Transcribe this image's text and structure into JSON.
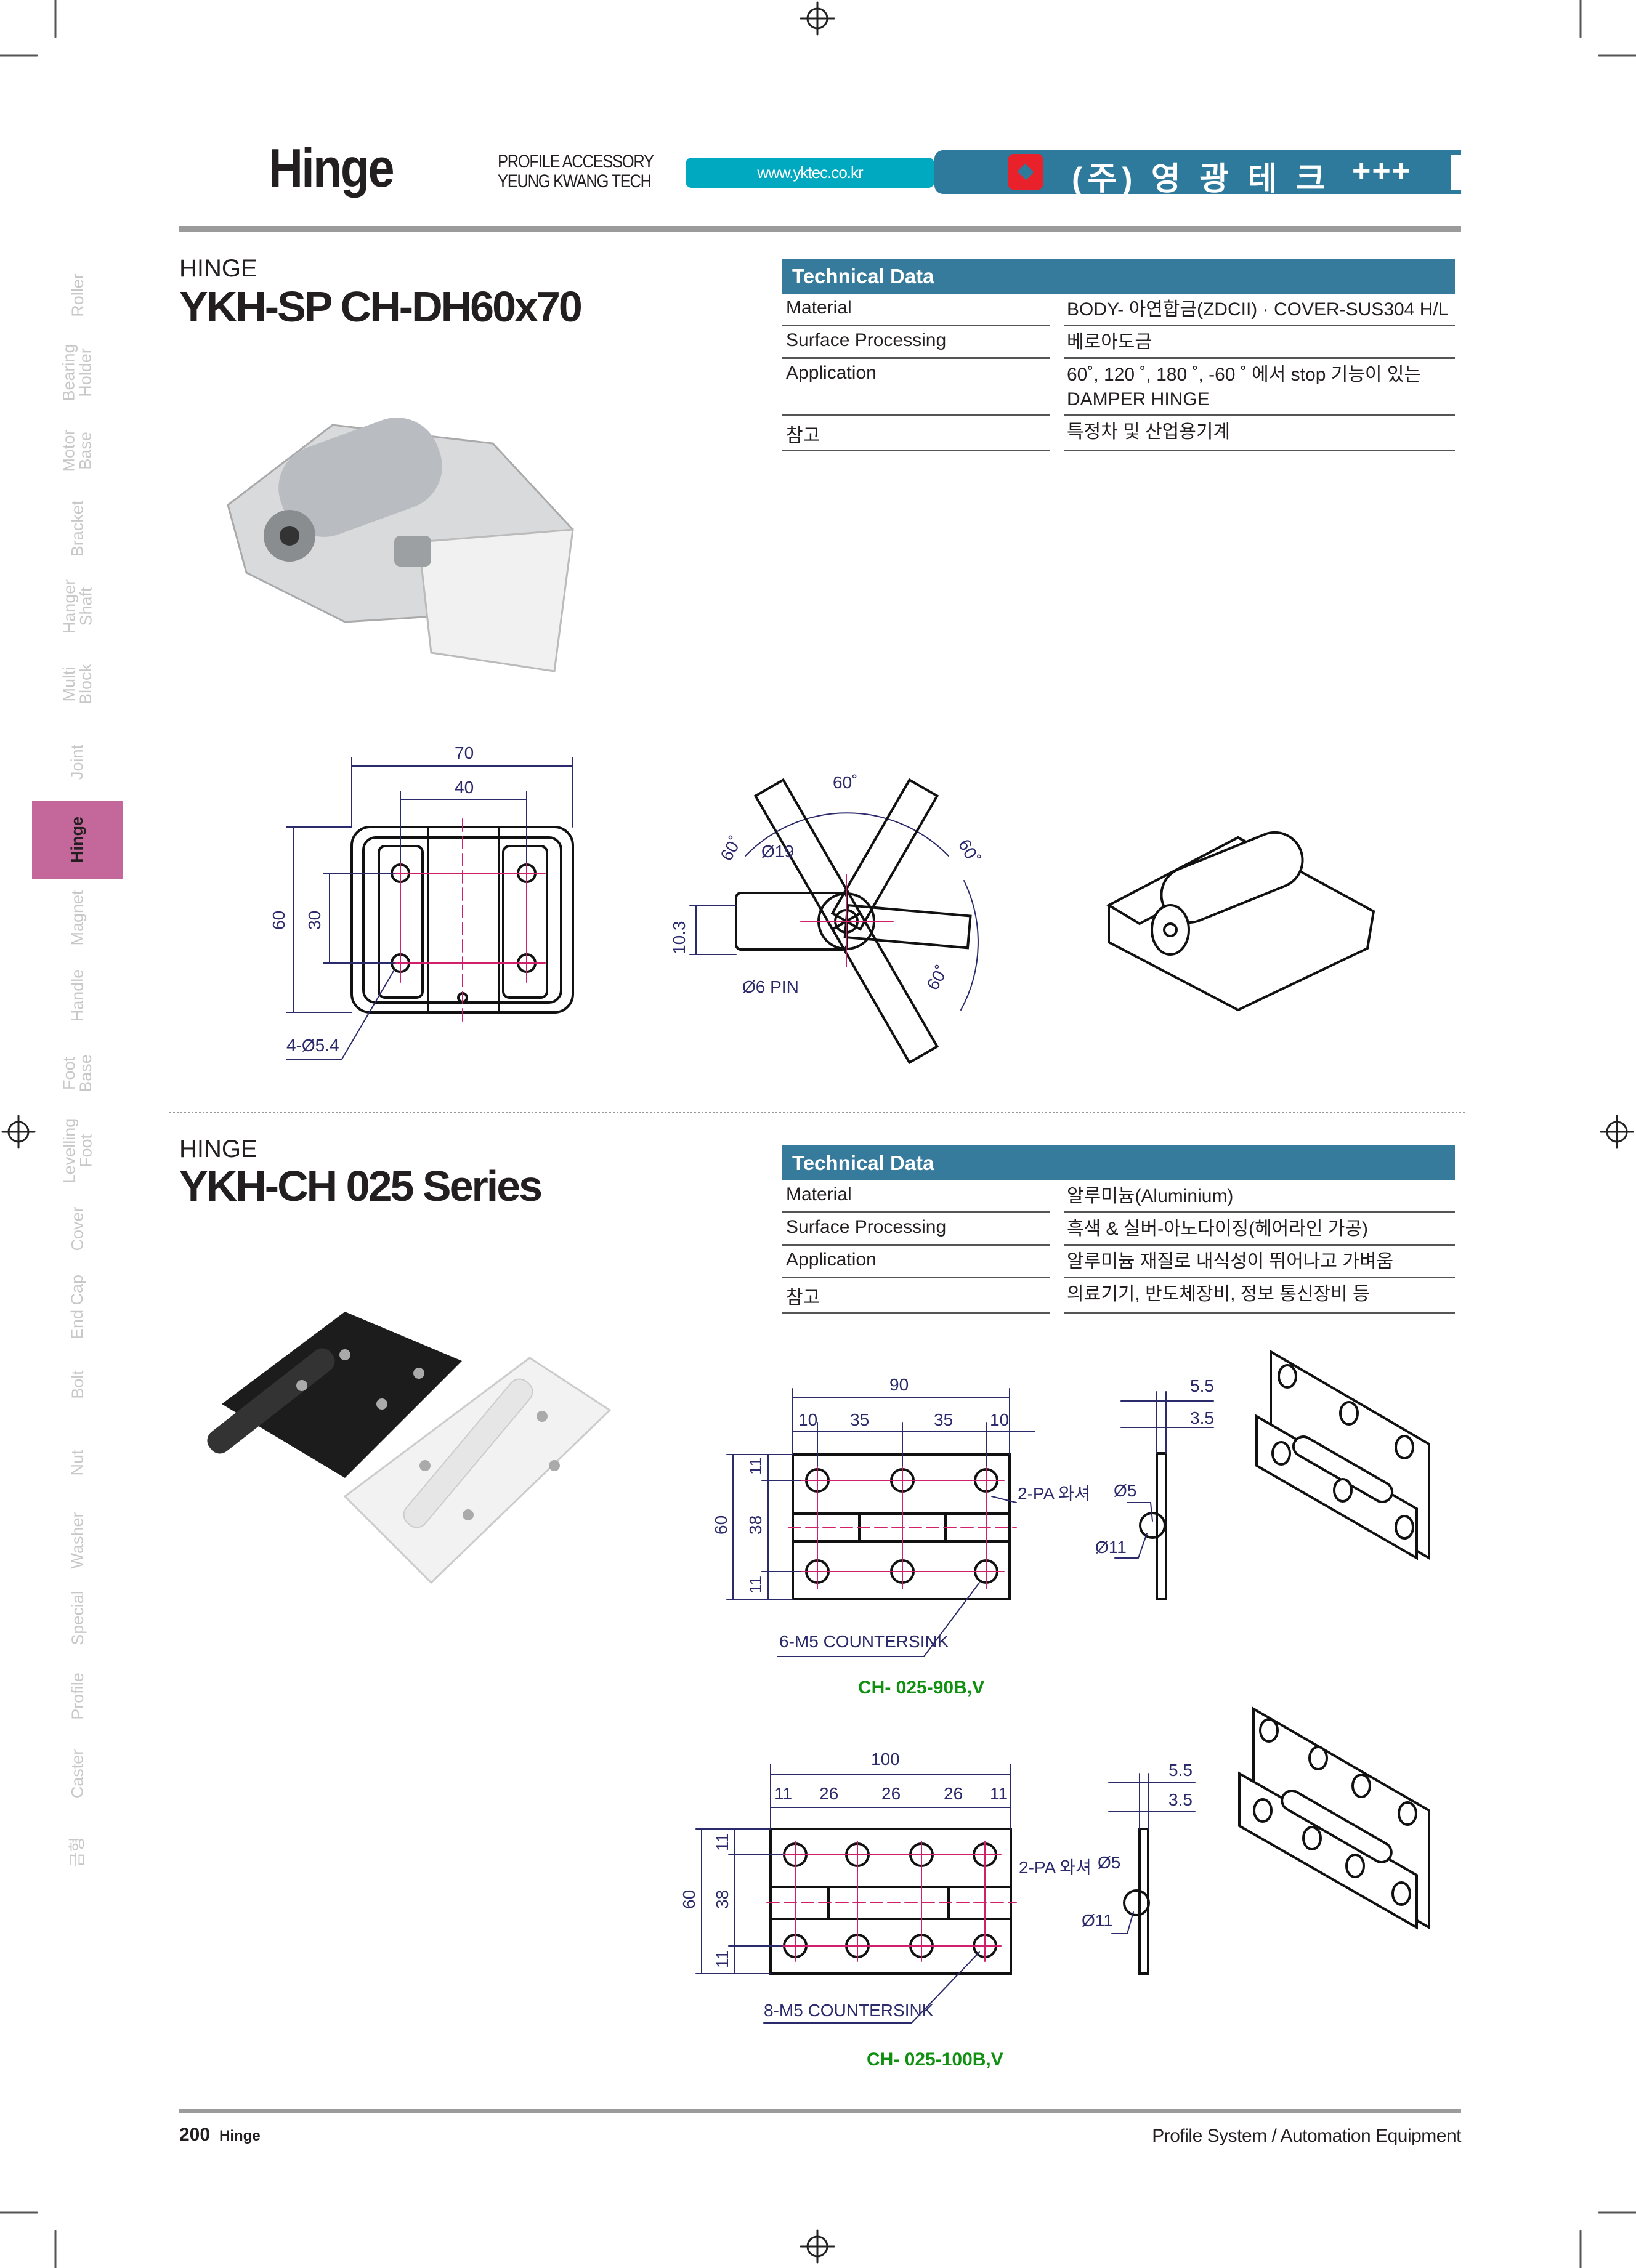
{
  "header": {
    "title": "Hinge",
    "sub1": "PROFILE ACCESSORY",
    "sub2": "YEUNG KWANG TECH",
    "url": "www.yktec.co.kr",
    "company": "(주) 영 광 테 크",
    "plus": "+++"
  },
  "sidebar": [
    "Roller",
    "Bearing\nHolder",
    "Motor\nBase",
    "Bracket",
    "Hanger\nShaft",
    "Multi\nBlock",
    "Joint",
    "Hinge",
    "Magnet",
    "Handle",
    "Foot\nBase",
    "Levelling\nFoot",
    "Cover",
    "End Cap",
    "Bolt",
    "Nut",
    "Washer",
    "Special",
    "Profile",
    "Caster",
    "금형"
  ],
  "sidebar_active": "Hinge",
  "section1": {
    "label": "HINGE",
    "model": "YKH-SP CH-DH60x70",
    "tech_title": "Technical Data",
    "rows": [
      {
        "k": "Material",
        "v": "BODY- 아연합금(ZDCII) · COVER-SUS304 H/L"
      },
      {
        "k": "Surface Processing",
        "v": "베로아도금"
      },
      {
        "k": "Application",
        "v": "60˚, 120 ˚, 180 ˚, -60 ˚ 에서 stop 기능이 있는",
        "v2": "DAMPER HINGE"
      },
      {
        "k": "참고",
        "v": "특정차 및 산업용기계"
      }
    ],
    "dims": {
      "w70": "70",
      "w40": "40",
      "h60": "60",
      "h30": "30",
      "holes": "4-Ø5.4",
      "a1": "60˚",
      "a2": "60˚",
      "a3": "60˚",
      "a4": "60˚",
      "d19": "Ø19",
      "h103": "10.3",
      "pin": "Ø6 PIN"
    }
  },
  "section2": {
    "label": "HINGE",
    "model": "YKH-CH 025 Series",
    "tech_title": "Technical Data",
    "rows": [
      {
        "k": "Material",
        "v": "알루미늄(Aluminium)"
      },
      {
        "k": "Surface Processing",
        "v": "흑색 & 실버-아노다이징(헤어라인 가공)"
      },
      {
        "k": "Application",
        "v": "알루미늄 재질로 내식성이 뛰어나고 가벼움"
      },
      {
        "k": "참고",
        "v": "의료기기, 반도체장비, 정보 통신장비 등"
      }
    ],
    "d90": {
      "total": "90",
      "s": [
        "10",
        "35",
        "35",
        "10"
      ],
      "h": "60",
      "v": [
        "11",
        "38",
        "11"
      ],
      "washer": "2-PA 와셔",
      "t1": "5.5",
      "t2": "3.5",
      "p5": "Ø5",
      "p11": "Ø11",
      "cs": "6-M5 COUNTERSINK",
      "name": "CH- 025-90B,V"
    },
    "d100": {
      "total": "100",
      "s": [
        "11",
        "26",
        "26",
        "26",
        "11"
      ],
      "h": "60",
      "v": [
        "11",
        "38",
        "11"
      ],
      "washer": "2-PA 와셔",
      "t1": "5.5",
      "t2": "3.5",
      "p5": "Ø5",
      "p11": "Ø11",
      "cs": "8-M5 COUNTERSINK",
      "name": "CH- 025-100B,V"
    }
  },
  "footer": {
    "page": "200",
    "section": "Hinge",
    "right": "Profile System / Automation Equipment"
  }
}
